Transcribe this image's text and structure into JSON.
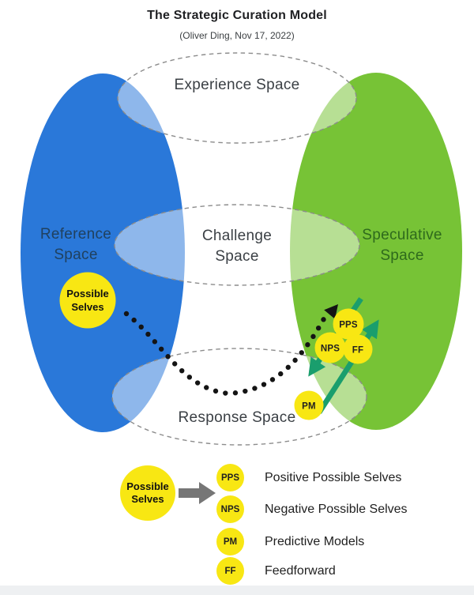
{
  "title": "The Strategic Curation Model",
  "subtitle": "(Oliver Ding, Nov 17, 2022)",
  "spaces": {
    "experience": "Experience Space",
    "challenge": [
      "Challenge",
      "Space"
    ],
    "response": "Response Space",
    "reference": [
      "Reference",
      "Space"
    ],
    "speculative": [
      "Speculative",
      "Space"
    ]
  },
  "possible_selves": [
    "Possible",
    "Selves"
  ],
  "badges": {
    "pps": "PPS",
    "nps": "NPS",
    "ff": "FF",
    "pm": "PM"
  },
  "legend": {
    "source": [
      "Possible",
      "Selves"
    ],
    "items": [
      {
        "abbr": "PPS",
        "label": "Positive Possible Selves"
      },
      {
        "abbr": "NPS",
        "label": "Negative Possible Selves"
      },
      {
        "abbr": "PM",
        "label": "Predictive Models"
      },
      {
        "abbr": "FF",
        "label": "Feedforward"
      }
    ]
  },
  "colors": {
    "blue": "#2a78d9",
    "green": "#77c336",
    "yellow": "#f8e713",
    "teal": "#1a9e6d",
    "dotted": "#141414",
    "dash": "#8c8c8c",
    "gray_arrow": "#767676",
    "space_text": "#3b4045",
    "reference_text": "#20415f",
    "speculative_text": "#2e6a1c",
    "legend_text": "#1f1f1f",
    "strip": "#eef0f2"
  }
}
